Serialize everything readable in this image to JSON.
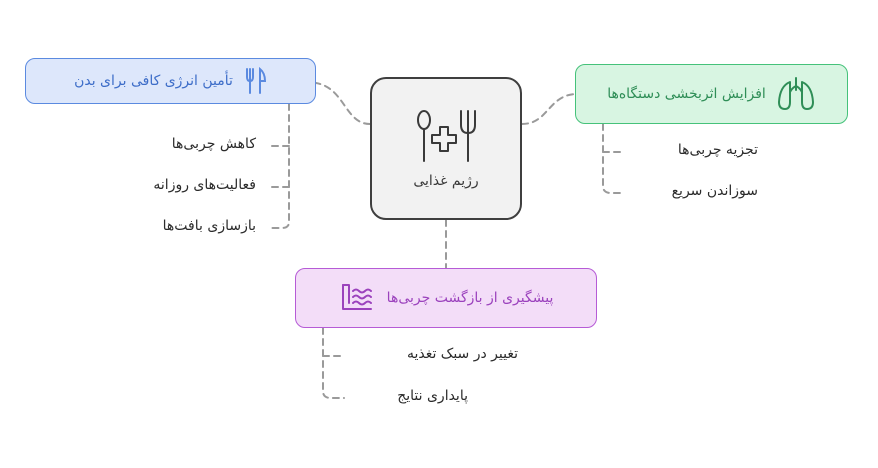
{
  "center": {
    "label": "رژیم غذایی",
    "icon": "food-medical-icon"
  },
  "branches": {
    "energy": {
      "label": "تأمین انرژی کافی برای بدن",
      "icon": "fork-knife-icon",
      "color": "#5b8ae0",
      "items": [
        "کاهش چربی‌ها",
        "فعالیت‌های روزانه",
        "بازسازی بافت‌ها"
      ]
    },
    "metabolism": {
      "label": "افزایش اثربخشی دستگاه‌ها",
      "icon": "lungs-icon",
      "color": "#45c27a",
      "items": [
        "تجزیه چربی‌ها",
        "سوزاندن سریع"
      ]
    },
    "prevention": {
      "label": "پیشگیری از بازگشت چربی‌ها",
      "icon": "shield-waves-icon",
      "color": "#b65bd6",
      "items": [
        "تغییر در سبک تغذیه",
        "پایداری نتایج"
      ]
    }
  },
  "connector_color": "#9a9a9a"
}
